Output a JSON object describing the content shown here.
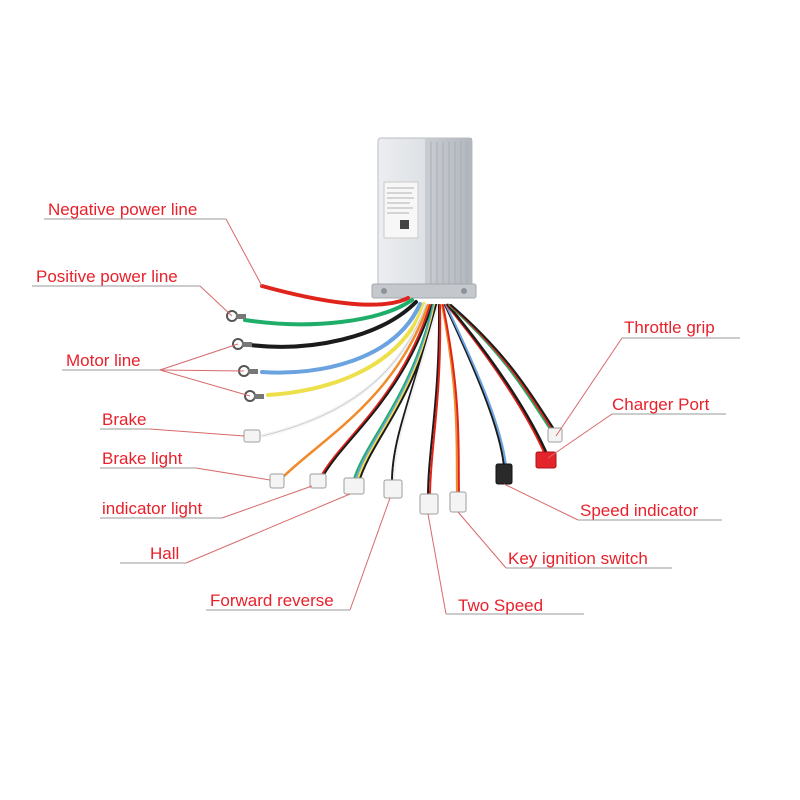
{
  "colors": {
    "label_text": "#e8212b",
    "leader_line": "#d86a6a",
    "underline": "#9a9a9a",
    "controller_body": "#dfe2e6",
    "wire_red": "#e0241b",
    "wire_green": "#1fae6a",
    "wire_black": "#1b1b1b",
    "wire_blue": "#6aa3e0",
    "wire_yellow": "#eee04a",
    "wire_white": "#f2f2f2",
    "wire_orange": "#f08a2a",
    "connector_red": "#e3242b"
  },
  "labels": {
    "negative_power_line": "Negative power line",
    "positive_power_line": "Positive power line",
    "motor_line": "Motor line",
    "brake": "Brake",
    "brake_light": "Brake light",
    "indicator_light": "indicator light",
    "hall": "Hall",
    "forward_reverse": "Forward reverse",
    "throttle_grip": "Throttle grip",
    "charger_port": "Charger Port",
    "speed_indicator": "Speed indicator",
    "key_ignition_switch": "Key ignition switch",
    "two_speed": "Two Speed"
  }
}
